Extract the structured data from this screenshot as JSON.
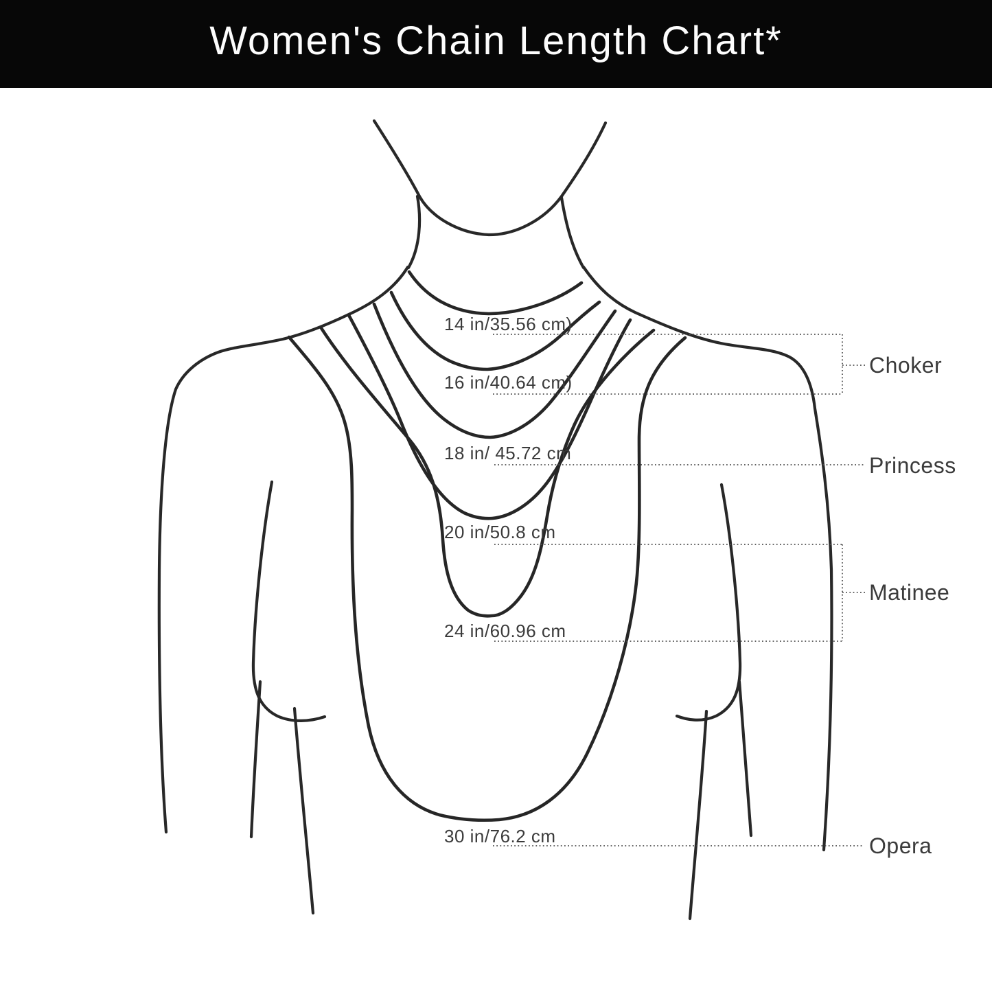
{
  "header": {
    "title": "Women's Chain Length Chart*"
  },
  "chains": [
    {
      "length_label": "14 in/35.56 cm)",
      "style": "Choker"
    },
    {
      "length_label": "16 in/40.64 cm)",
      "style": "Choker"
    },
    {
      "length_label": "18 in/ 45.72 cm",
      "style": "Princess"
    },
    {
      "length_label": "20 in/50.8 cm",
      "style": "Matinee"
    },
    {
      "length_label": "24 in/60.96 cm",
      "style": "Matinee"
    },
    {
      "length_label": "30 in/76.2 cm",
      "style": "Opera"
    }
  ],
  "style_labels": [
    {
      "label": "Choker"
    },
    {
      "label": "Princess"
    },
    {
      "label": "Matinee"
    },
    {
      "label": "Opera"
    }
  ],
  "colors": {
    "header_bg": "#070707",
    "header_text": "#fdfdfd",
    "line_art": "#282828",
    "label_text": "#3b3b3b",
    "leader_dotted": "#4f4f4f",
    "background": "#ffffff"
  }
}
